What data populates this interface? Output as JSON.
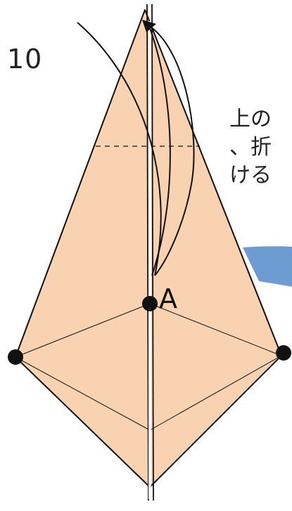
{
  "step": {
    "number": "10"
  },
  "point_label": "A",
  "instruction_lines": [
    "上の",
    "、折",
    "ける"
  ],
  "colors": {
    "paper": "#f9d3b1",
    "outline": "#111111",
    "arrow_band": "#6f9bd3",
    "background": "#ffffff"
  },
  "icons": [
    "fold-arrow-icon",
    "valley-fold-line",
    "reference-dot"
  ]
}
